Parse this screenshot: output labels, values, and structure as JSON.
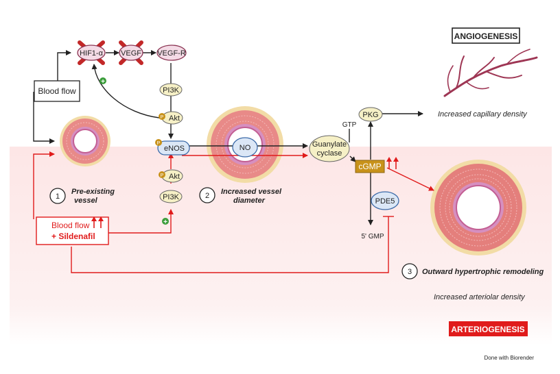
{
  "panels": {
    "angiogenesis_label": "ANGIOGENESIS",
    "arteriogenesis_label": "ARTERIOGENESIS",
    "credit": "Done with Biorender"
  },
  "nodes": {
    "hif1a": "HIF1-α",
    "vegf": "VEGF",
    "vegfr": "VEGF-R",
    "pi3k_top": "PI3K",
    "akt_top": "Akt",
    "enos": "eNOS",
    "akt_bottom": "Akt",
    "pi3k_bottom": "PI3K",
    "no": "NO",
    "guanylate_line1": "Guanylate",
    "guanylate_line2": "cyclase",
    "gtp": "GTP",
    "pkg": "PKG",
    "cgmp": "cGMP",
    "pde5": "PDE5",
    "five_gmp": "5' GMP",
    "phospho": "P",
    "plus": "+"
  },
  "boxes": {
    "blood_flow": "Blood flow",
    "blood_flow_sildenafil_line1": "Blood flow",
    "blood_flow_sildenafil_line2": "+ Sildenafil"
  },
  "steps": {
    "step1_num": "1",
    "step1_line1": "Pre-existing",
    "step1_line2": "vessel",
    "step2_num": "2",
    "step2_line1": "Increased vessel",
    "step2_line2": "diameter",
    "step3_num": "3",
    "step3_text": "Outward hypertrophic remodeling"
  },
  "outcomes": {
    "capillary": "Increased capillary density",
    "arteriolar": "Increased arteriolar density"
  },
  "colors": {
    "red": "#e01b1b",
    "dark": "#222222",
    "pink_bg": "#fde8e8",
    "cgmp_fill": "#c8921a",
    "node_pink": "#f4dbe6",
    "node_pink_stroke": "#8a3352",
    "node_yellow": "#f6f0c6",
    "node_blue": "#dbe7f6"
  }
}
